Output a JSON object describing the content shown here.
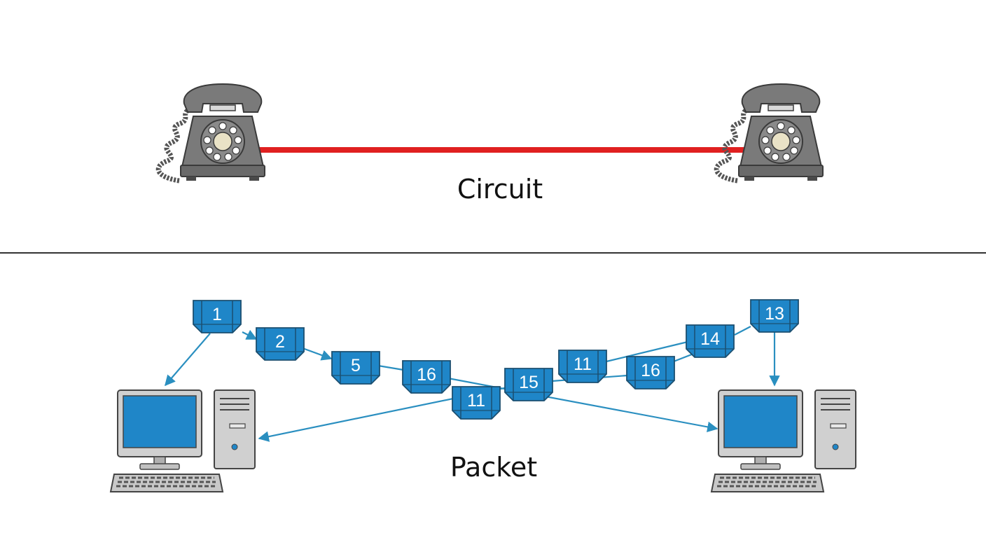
{
  "circuit": {
    "label": "Circuit",
    "line_color": "#e02020",
    "endpoint_icon": "rotary-telephone-icon"
  },
  "packet": {
    "label": "Packet",
    "path_color": "#2a8fc0",
    "packet_color": "#1f86c8",
    "endpoint_icon": "desktop-computer-icon",
    "packets": [
      "1",
      "2",
      "5",
      "16",
      "11",
      "15",
      "11",
      "16",
      "14",
      "13"
    ]
  },
  "divider_color": "#333333"
}
